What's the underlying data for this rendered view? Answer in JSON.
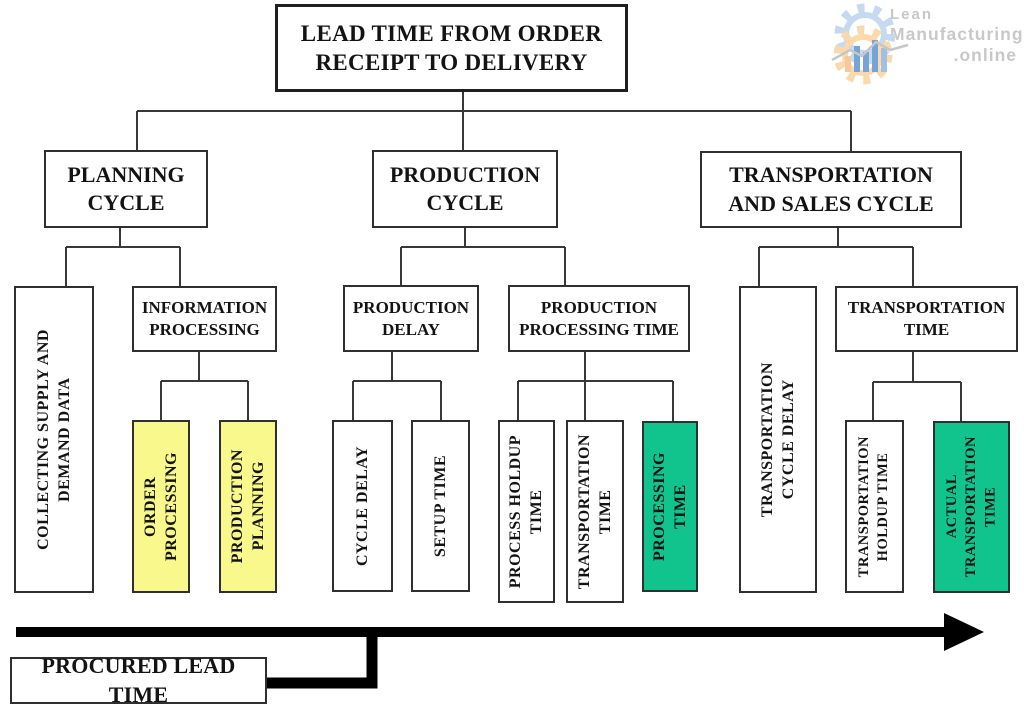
{
  "diagram": {
    "title": "LEAD TIME FROM ORDER\nRECEIPT TO DELIVERY",
    "nodes": {
      "planning_cycle": {
        "label": "PLANNING\nCYCLE"
      },
      "production_cycle": {
        "label": "PRODUCTION\nCYCLE"
      },
      "transportation_sales_cycle": {
        "label": "TRANSPORTATION\nAND SALES CYCLE"
      },
      "collecting_supply": {
        "label": "COLLECTING SUPPLY AND\nDEMAND DATA"
      },
      "information_processing": {
        "label": "INFORMATION\nPROCESSING"
      },
      "order_processing": {
        "label": "ORDER\nPROCESSING",
        "highlight": "yellow"
      },
      "production_planning": {
        "label": "PRODUCTION\nPLANNING",
        "highlight": "yellow"
      },
      "production_delay": {
        "label": "PRODUCTION\nDELAY"
      },
      "production_processing_time": {
        "label": "PRODUCTION\nPROCESSING TIME"
      },
      "cycle_delay": {
        "label": "CYCLE DELAY"
      },
      "setup_time": {
        "label": "SETUP TIME"
      },
      "process_holdup_time": {
        "label": "PROCESS HOLDUP\nTIME"
      },
      "transportation_time_inner": {
        "label": "TRANSPORTATION\nTIME"
      },
      "processing_time": {
        "label": "PROCESSING\nTIME",
        "highlight": "green"
      },
      "transportation_cycle_delay": {
        "label": "TRANSPORTATION\nCYCLE DELAY"
      },
      "transportation_time": {
        "label": "TRANSPORTATION\nTIME"
      },
      "transportation_holdup_time": {
        "label": "TRANSPORTATION\nHOLDUP TIME"
      },
      "actual_transportation_time": {
        "label": "ACTUAL\nTRANSPORTATION\nTIME",
        "highlight": "green"
      }
    },
    "timeline": {
      "procured_label": "PROCURED LEAD TIME"
    }
  },
  "colors": {
    "yellow": "#f8f88c",
    "green": "#11c48e",
    "wire": "#383838",
    "arrow": "#000000",
    "watermark_text": "#c8c8c8",
    "gear_blue": "#c3d9ef",
    "gear_orange": "#fbd8a8",
    "bar_blue": "#6fa0d4",
    "bar_orange": "#f6c791"
  },
  "watermark": {
    "line1": "Lean",
    "line2": "Manufacturing",
    "line3": ".online"
  }
}
